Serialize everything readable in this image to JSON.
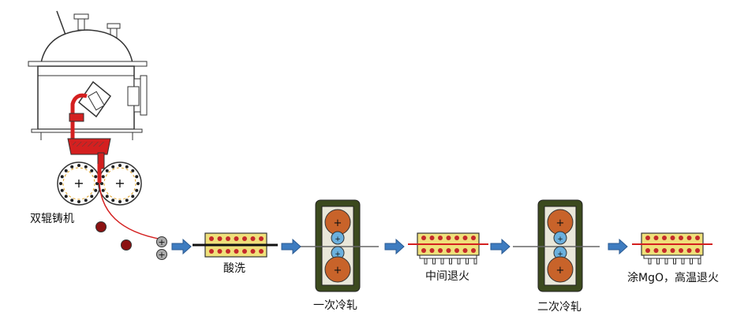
{
  "labels": {
    "twin_roll_caster": "双辊铸机",
    "pickling": "酸洗",
    "first_cold_rolling": "一次冷轧",
    "intermediate_annealing": "中间退火",
    "second_cold_rolling": "二次冷轧",
    "final_annealing": "涂MgO，高温退火"
  },
  "colors": {
    "melt_red": "#d42020",
    "arrow_blue": "#3e7cc0",
    "furnace_yellow": "#efe07a",
    "mill_housing": "#3c4a1e",
    "work_roll_orange": "#c8632a",
    "backup_roll_blue": "#6bb0dd"
  }
}
